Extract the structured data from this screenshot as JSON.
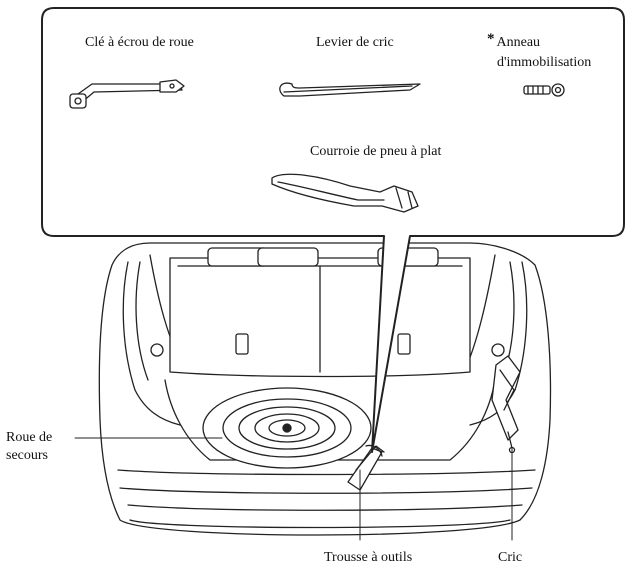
{
  "tools": {
    "wheel_wrench": "Clé à écrou de roue",
    "jack_lever": "Levier de cric",
    "tow_hook_star": "*",
    "tow_hook_line1": "Anneau",
    "tow_hook_line2": "d'immobilisation",
    "flat_tire_strap": "Courroie de pneu à plat"
  },
  "callouts": {
    "spare_tire_line1": "Roue de",
    "spare_tire_line2": "secours",
    "tool_kit": "Trousse à outils",
    "jack": "Cric"
  },
  "icons": [
    "wheel-wrench-icon",
    "jack-lever-icon",
    "tow-hook-icon",
    "flat-tire-strap-icon",
    "tool-bag-icon",
    "car-jack-icon",
    "spare-tire-icon"
  ]
}
